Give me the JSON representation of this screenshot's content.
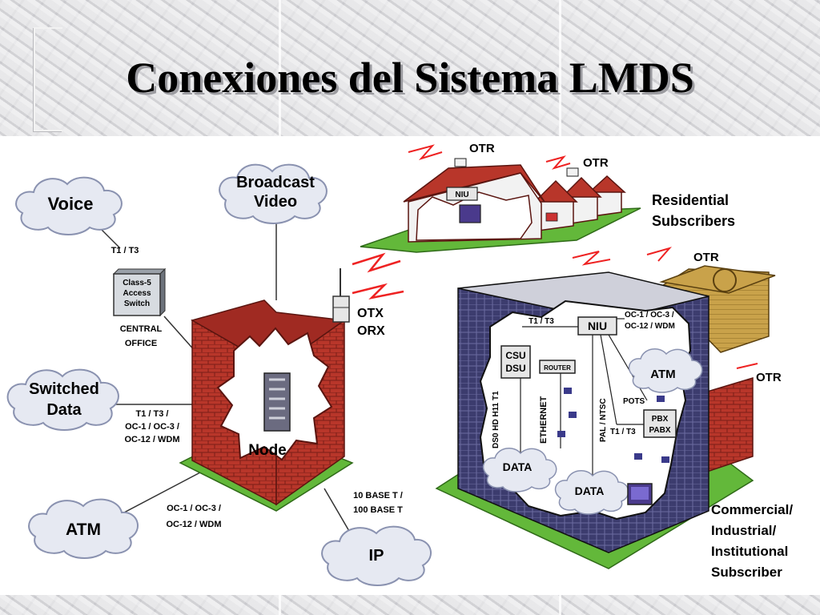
{
  "slide": {
    "title": "Conexiones del Sistema LMDS"
  },
  "clouds": {
    "voice": "Voice",
    "broadcast": [
      "Broadcast",
      "Video"
    ],
    "switched": [
      "Switched",
      "Data"
    ],
    "atm": "ATM",
    "ip": "IP",
    "atm_inner": "ATM",
    "data_left": "DATA",
    "data_mid": "DATA"
  },
  "labels": {
    "t1t3_top": "T1 / T3",
    "class5": [
      "Class-5",
      "Access",
      "Switch"
    ],
    "central_office": [
      "CENTRAL",
      "OFFICE"
    ],
    "t1t3_oc": [
      "T1 / T3 /",
      "OC-1 / OC-3 /",
      "OC-12 / WDM"
    ],
    "oc_atm": [
      "OC-1 / OC-3 /",
      "OC-12 / WDM"
    ],
    "base_t": [
      "10 BASE T /",
      "100 BASE T"
    ],
    "otx": "OTX",
    "orx": "ORX",
    "node": "Node",
    "otr": "OTR",
    "niu": "NIU",
    "residential": [
      "Residential",
      "Subscribers"
    ],
    "inner_t1t3": "T1 / T3",
    "inner_oc": [
      "OC-1 / OC-3 /",
      "OC-12 / WDM"
    ],
    "csu_dsu": [
      "CSU",
      "DSU"
    ],
    "router": "ROUTER",
    "ds0": "DS0 HD H11 T1",
    "ethernet": "ETHERNET",
    "pal": "PAL / NTSC",
    "pots": "POTS",
    "pbx": [
      "PBX",
      "PABX"
    ],
    "inner_t1t3_b": "T1 / T3",
    "commercial": [
      "Commercial/",
      "Industrial/",
      "Institutional",
      "Subscriber"
    ]
  },
  "colors": {
    "brick": "#b8362a",
    "grass": "#63b83a",
    "cloud": "#e6e9f2",
    "dark_building": "#3c3c6e",
    "title_shadow": "#9b9ba0"
  }
}
